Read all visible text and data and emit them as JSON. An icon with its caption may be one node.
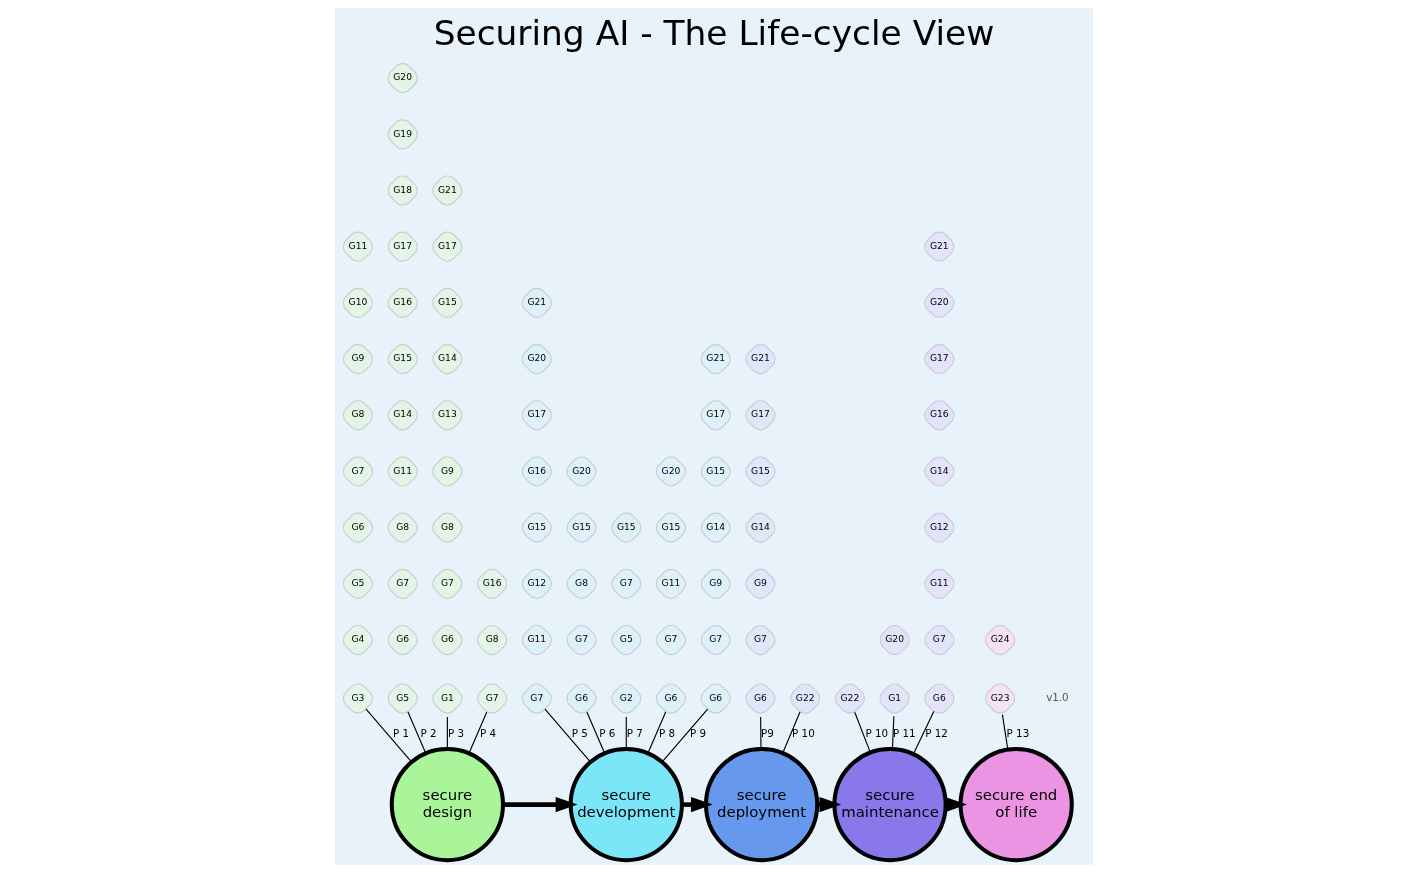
{
  "diagram": {
    "title": "Securing AI - The Life-cycle View",
    "nodes": [
      {
        "text": [
          "secure design"
        ]
      },
      {
        "text": [
          "secure development"
        ]
      },
      {
        "text": [
          "secure deployment"
        ]
      },
      {
        "text": [
          "secure maintenance"
        ]
      },
      {
        "text": [
          "secure end of life"
        ]
      },
      {
        "text": [
          "G3"
        ]
      },
      {
        "text": [
          "G5"
        ]
      },
      {
        "text": [
          "G1"
        ]
      },
      {
        "text": [
          "G7"
        ]
      },
      {
        "text": [
          "G7"
        ]
      },
      {
        "text": [
          "G6"
        ]
      },
      {
        "text": [
          "G2"
        ]
      },
      {
        "text": [
          "G6"
        ]
      },
      {
        "text": [
          "G6"
        ]
      },
      {
        "text": [
          "G6"
        ]
      },
      {
        "text": [
          "G22"
        ]
      },
      {
        "text": [
          "G22"
        ]
      },
      {
        "text": [
          "G1"
        ]
      },
      {
        "text": [
          "G6"
        ]
      },
      {
        "text": [
          "G23"
        ]
      },
      {
        "text": [
          "G4"
        ]
      },
      {
        "text": [
          "G6"
        ]
      },
      {
        "text": [
          "G6"
        ]
      },
      {
        "text": [
          "G8"
        ]
      },
      {
        "text": [
          "G11"
        ]
      },
      {
        "text": [
          "G7"
        ]
      },
      {
        "text": [
          "G5"
        ]
      },
      {
        "text": [
          "G7"
        ]
      },
      {
        "text": [
          "G7"
        ]
      },
      {
        "text": [
          "G7"
        ]
      },
      {
        "text": [
          "G20"
        ]
      },
      {
        "text": [
          "G7"
        ]
      },
      {
        "text": [
          "G24"
        ]
      },
      {
        "text": [
          "G5"
        ]
      },
      {
        "text": [
          "G7"
        ]
      },
      {
        "text": [
          "G7"
        ]
      },
      {
        "text": [
          "G16"
        ]
      },
      {
        "text": [
          "G12"
        ]
      },
      {
        "text": [
          "G8"
        ]
      },
      {
        "text": [
          "G7"
        ]
      },
      {
        "text": [
          "G11"
        ]
      },
      {
        "text": [
          "G9"
        ]
      },
      {
        "text": [
          "G9"
        ]
      },
      {
        "text": [
          "G11"
        ]
      },
      {
        "text": [
          "G6"
        ]
      },
      {
        "text": [
          "G8"
        ]
      },
      {
        "text": [
          "G8"
        ]
      },
      {
        "text": [
          "G15"
        ]
      },
      {
        "text": [
          "G15"
        ]
      },
      {
        "text": [
          "G15"
        ]
      },
      {
        "text": [
          "G15"
        ]
      },
      {
        "text": [
          "G14"
        ]
      },
      {
        "text": [
          "G14"
        ]
      },
      {
        "text": [
          "G12"
        ]
      },
      {
        "text": [
          "G7"
        ]
      },
      {
        "text": [
          "G11"
        ]
      },
      {
        "text": [
          "G9"
        ]
      },
      {
        "text": [
          "G16"
        ]
      },
      {
        "text": [
          "G20"
        ]
      },
      {
        "text": [
          "G20"
        ]
      },
      {
        "text": [
          "G15"
        ]
      },
      {
        "text": [
          "G15"
        ]
      },
      {
        "text": [
          "G14"
        ]
      },
      {
        "text": [
          "G8"
        ]
      },
      {
        "text": [
          "G14"
        ]
      },
      {
        "text": [
          "G13"
        ]
      },
      {
        "text": [
          "G17"
        ]
      },
      {
        "text": [
          "G17"
        ]
      },
      {
        "text": [
          "G17"
        ]
      },
      {
        "text": [
          "G16"
        ]
      },
      {
        "text": [
          "G9"
        ]
      },
      {
        "text": [
          "G15"
        ]
      },
      {
        "text": [
          "G14"
        ]
      },
      {
        "text": [
          "G20"
        ]
      },
      {
        "text": [
          "G21"
        ]
      },
      {
        "text": [
          "G21"
        ]
      },
      {
        "text": [
          "G17"
        ]
      },
      {
        "text": [
          "G10"
        ]
      },
      {
        "text": [
          "G16"
        ]
      },
      {
        "text": [
          "G15"
        ]
      },
      {
        "text": [
          "G21"
        ]
      },
      {
        "text": [
          "G20"
        ]
      },
      {
        "text": [
          "G11"
        ]
      },
      {
        "text": [
          "G17"
        ]
      },
      {
        "text": [
          "G17"
        ]
      },
      {
        "text": [
          "G21"
        ]
      },
      {
        "text": [
          "G18"
        ]
      },
      {
        "text": [
          "G21"
        ]
      },
      {
        "text": [
          "G19"
        ]
      },
      {
        "text": [
          "G20"
        ]
      }
    ],
    "edges": [
      {
        "from": 0,
        "to": 1,
        "arrow": "to",
        "style": "thick"
      },
      {
        "from": 1,
        "to": 2,
        "arrow": "to",
        "style": "thick"
      },
      {
        "from": 2,
        "to": 3,
        "arrow": "to",
        "style": "thick"
      },
      {
        "from": 3,
        "to": 4,
        "arrow": "to",
        "style": "thick"
      },
      {
        "from": 0,
        "to": 5,
        "arrow": "none",
        "label": "P 1"
      },
      {
        "from": 0,
        "to": 6,
        "arrow": "none",
        "label": "P 2"
      },
      {
        "from": 0,
        "to": 7,
        "arrow": "none",
        "label": "P 3"
      },
      {
        "from": 0,
        "to": 8,
        "arrow": "none",
        "label": "P 4"
      },
      {
        "from": 1,
        "to": 9,
        "arrow": "none",
        "label": "P 5"
      },
      {
        "from": 1,
        "to": 10,
        "arrow": "none",
        "label": "P 6"
      },
      {
        "from": 1,
        "to": 11,
        "arrow": "none",
        "label": "P 7"
      },
      {
        "from": 1,
        "to": 12,
        "arrow": "none",
        "label": "P 8"
      },
      {
        "from": 1,
        "to": 13,
        "arrow": "none",
        "label": "P 9"
      },
      {
        "from": 2,
        "to": 14,
        "arrow": "none",
        "label": "P9"
      },
      {
        "from": 2,
        "to": 15,
        "arrow": "none",
        "label": "P 10"
      },
      {
        "from": 3,
        "to": 16,
        "arrow": "none",
        "label": "P 10"
      },
      {
        "from": 3,
        "to": 17,
        "arrow": "none",
        "label": "P 11"
      },
      {
        "from": 3,
        "to": 18,
        "arrow": "none",
        "label": "P 12"
      },
      {
        "from": 4,
        "to": 19,
        "arrow": "none",
        "label": "P 13"
      }
    ],
    "labels": [
      "v1.0"
    ]
  }
}
